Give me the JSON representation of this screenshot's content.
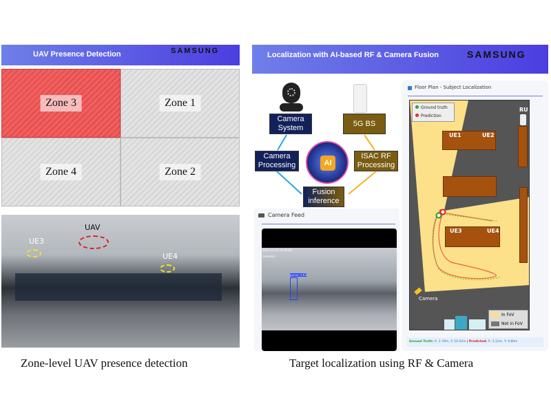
{
  "left": {
    "title": "UAV Presence Detection",
    "brand": "SAMSUNG",
    "zones": [
      {
        "label": "Zone 3",
        "active": true
      },
      {
        "label": "Zone 1",
        "active": false
      },
      {
        "label": "Zone 4",
        "active": false
      },
      {
        "label": "Zone 2",
        "active": false
      }
    ],
    "photo_labels": {
      "ue3": "UE3",
      "uav": "UAV",
      "ue4": "UE4"
    },
    "caption": "Zone-level UAV presence detection"
  },
  "right": {
    "title": "Localization with AI-based RF & Camera Fusion",
    "brand": "SAMSUNG",
    "diagram": {
      "camera_system": "Camera System",
      "bs": "5G BS",
      "camera_processing": "Camera Processing",
      "isac": "ISAC RF Processing",
      "ai": "AI",
      "fusion": "Fusion inference"
    },
    "camera_feed": {
      "title": "Camera Feed",
      "timestamp": "2025-10-09 18:08:06",
      "cam": "Camera2",
      "detection": "person 0.83"
    },
    "floor_plan": {
      "title": "Floor Plan - Subject Localization",
      "legend": [
        "Ground truth",
        "Prediction"
      ],
      "ru": "RU",
      "ues": [
        "UE1",
        "UE2",
        "UE3",
        "UE4"
      ],
      "camera": "Camera",
      "fov_legend": [
        "In FoV",
        "Not in FoV"
      ],
      "status": {
        "gt_label": "Ground Truth:",
        "gt_value": "X: 2.78m, Y: 10.02m",
        "sep": "|",
        "pred_label": "Predicted:",
        "pred_value": "X: 3.12m, Y: 9.80m"
      }
    },
    "caption": "Target localization using RF & Camera"
  },
  "colors": {
    "header_start": "#6f7fe8",
    "header_end": "#4b3ee0",
    "zone_active": "#f06060",
    "fov": "#fde08a",
    "floor": "#555555"
  }
}
